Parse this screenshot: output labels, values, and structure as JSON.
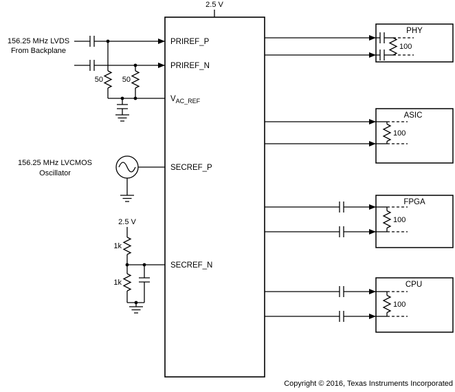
{
  "supply": {
    "top": "2.5 V",
    "divider": "2.5 V"
  },
  "ic": {
    "pins": {
      "priref_p": "PRIREF_P",
      "priref_n": "PRIREF_N",
      "vac_ref_base": "V",
      "vac_ref_sub": "AC_REF",
      "secref_p": "SECREF_P",
      "secref_n": "SECREF_N"
    }
  },
  "inputs": {
    "lvds": {
      "line1": "156.25 MHz LVDS",
      "line2": "From Backplane"
    },
    "oscillator": {
      "line1": "156.25 MHz LVCMOS",
      "line2": "Oscillator"
    }
  },
  "components": {
    "r_term_left": "50",
    "r_term_right": "50",
    "r_pullup": "1k",
    "r_pulldown": "1k"
  },
  "loads": {
    "phy": {
      "label": "PHY",
      "termination": "100"
    },
    "asic": {
      "label": "ASIC",
      "termination": "100"
    },
    "fpga": {
      "label": "FPGA",
      "termination": "100"
    },
    "cpu": {
      "label": "CPU",
      "termination": "100"
    }
  },
  "footer": {
    "copyright": "Copyright © 2016, Texas Instruments Incorporated"
  },
  "colors": {
    "line": "#000000",
    "background": "#ffffff"
  }
}
